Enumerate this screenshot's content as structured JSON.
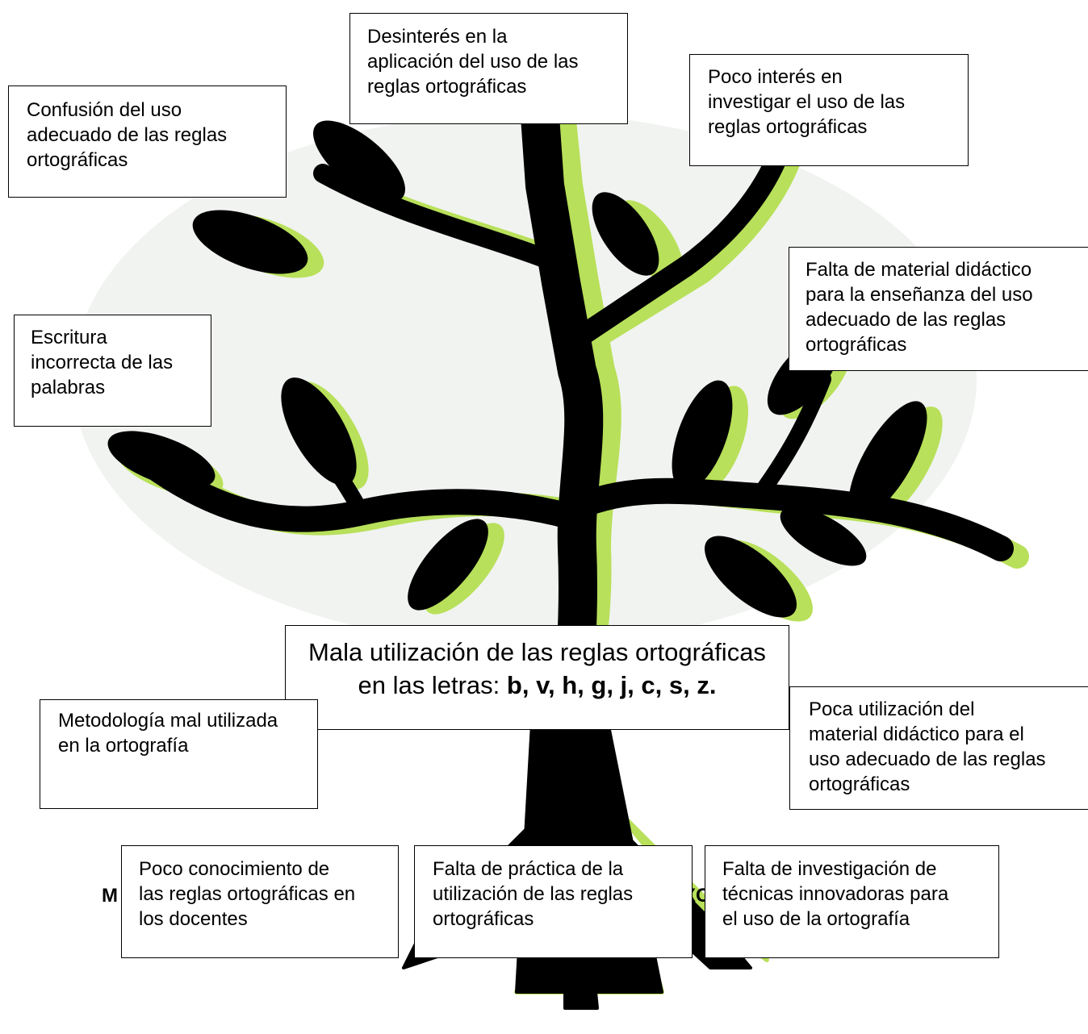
{
  "effects": [
    {
      "text": "Desinterés en la\naplicación del uso de las\nreglas ortográficas"
    },
    {
      "text": "Poco interés en\ninvestigar el uso de las\nreglas ortográficas"
    },
    {
      "text": "Confusión del uso\nadecuado de las reglas\nortográficas"
    },
    {
      "text": "Falta de material didáctico\npara la enseñanza del uso\nadecuado de las reglas\nortográficas"
    },
    {
      "text": "Escritura\nincorrecta de las\npalabras"
    }
  ],
  "problem": {
    "line1": "Mala utilización de las reglas ortográficas",
    "line2_prefix": "en las letras: ",
    "line2_bold": "b, v, h, g, j, c, s, z."
  },
  "causes": [
    {
      "text": "Metodología mal utilizada\nen la ortografía"
    },
    {
      "text": "Poca utilización  del\nmaterial didáctico para el\nuso adecuado de las reglas\nortográficas"
    },
    {
      "text": "Poco conocimiento de\nlas reglas ortográficas en\nlos docentes"
    },
    {
      "text": "Falta de práctica de la\nutilización de las reglas\nortográficas"
    },
    {
      "text": "Falta de investigación de\ntécnicas innovadoras para\nel uso de la ortografía"
    }
  ],
  "partial_labels": {
    "left": "M",
    "right": "XC"
  },
  "colors": {
    "tree": "#000000",
    "shadow": "#b8e05a",
    "background": "#ffffff"
  }
}
